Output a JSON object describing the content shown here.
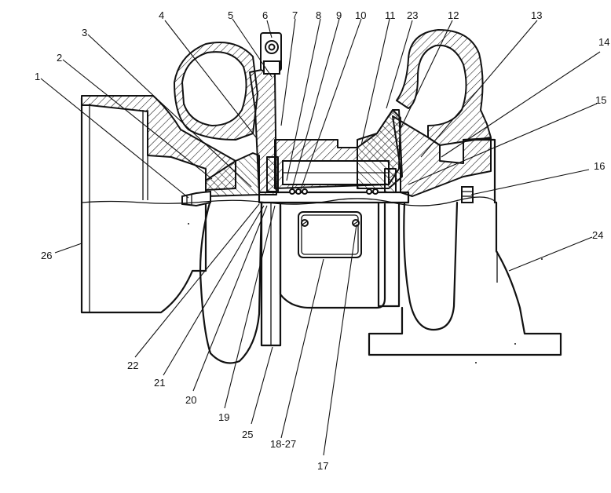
{
  "callouts": [
    {
      "id": "c1",
      "text": "1"
    },
    {
      "id": "c2",
      "text": "2"
    },
    {
      "id": "c3",
      "text": "3"
    },
    {
      "id": "c4",
      "text": "4"
    },
    {
      "id": "c5",
      "text": "5"
    },
    {
      "id": "c6",
      "text": "6"
    },
    {
      "id": "c7",
      "text": "7"
    },
    {
      "id": "c8",
      "text": "8"
    },
    {
      "id": "c9",
      "text": "9"
    },
    {
      "id": "c10",
      "text": "10"
    },
    {
      "id": "c11",
      "text": "11"
    },
    {
      "id": "c23",
      "text": "23"
    },
    {
      "id": "c12",
      "text": "12"
    },
    {
      "id": "c13",
      "text": "13"
    },
    {
      "id": "c14",
      "text": "14"
    },
    {
      "id": "c15",
      "text": "15"
    },
    {
      "id": "c16",
      "text": "16"
    },
    {
      "id": "c24",
      "text": "24"
    },
    {
      "id": "c26",
      "text": "26"
    },
    {
      "id": "c22",
      "text": "22"
    },
    {
      "id": "c21",
      "text": "21"
    },
    {
      "id": "c20",
      "text": "20"
    },
    {
      "id": "c19",
      "text": "19"
    },
    {
      "id": "c25",
      "text": "25"
    },
    {
      "id": "c1827",
      "text": "18-27"
    },
    {
      "id": "c17",
      "text": "17"
    }
  ]
}
